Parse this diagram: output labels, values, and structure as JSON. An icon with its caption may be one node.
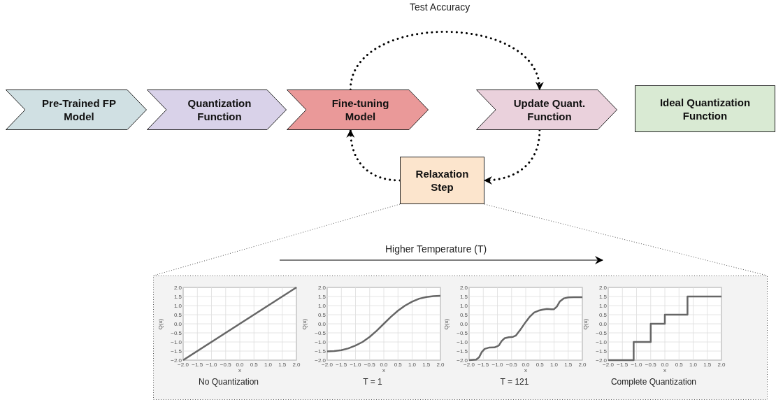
{
  "diagram": {
    "nodes": [
      {
        "text": [
          "Pre-Trained FP Model"
        ]
      },
      {
        "text": [
          "Quantization Function"
        ]
      },
      {
        "text": [
          "Fine-tuning Model"
        ]
      },
      {
        "text": [
          "Update Quant. Function"
        ]
      },
      {
        "text": [
          "Ideal Quantization Function"
        ]
      },
      {
        "text": [
          "Relaxation Step"
        ]
      }
    ],
    "edges": [
      {
        "from": 2,
        "to": 3,
        "arrow": "to",
        "label": "Test Accuracy",
        "style": "dashed"
      },
      {
        "from": 3,
        "to": 5,
        "arrow": "to",
        "style": "dashed"
      },
      {
        "from": 5,
        "to": 2,
        "arrow": "to",
        "style": "dashed"
      }
    ],
    "labels": [
      "Higher Temperature (T)"
    ],
    "chart_data": [
      {
        "type": "line",
        "grid": true,
        "title": "No Quantization",
        "xlabel": "x",
        "ylabel": "Q(x)",
        "x": [
          -2,
          2
        ],
        "values": [
          -2,
          2
        ],
        "xlim": [
          -2,
          2
        ],
        "ylim": [
          -2,
          2
        ],
        "xticks": [
          {
            "value": -2,
            "label": "−2.0"
          },
          {
            "value": -1.5,
            "label": "−1.5"
          },
          {
            "value": -1,
            "label": "−1.0"
          },
          {
            "value": -0.5,
            "label": "−0.5"
          },
          {
            "value": 0,
            "label": "0.0"
          },
          {
            "value": 0.5,
            "label": "0.5"
          },
          {
            "value": 1,
            "label": "1.0"
          },
          {
            "value": 1.5,
            "label": "1.5"
          },
          {
            "value": 2,
            "label": "2.0"
          }
        ],
        "yticks": [
          {
            "value": -2,
            "label": "−2.0"
          },
          {
            "value": -1.5,
            "label": "−1.5"
          },
          {
            "value": -1,
            "label": "−1.0"
          },
          {
            "value": -0.5,
            "label": "−0.5"
          },
          {
            "value": 0,
            "label": "0.0"
          },
          {
            "value": 0.5,
            "label": "0.5"
          },
          {
            "value": 1,
            "label": "1.0"
          },
          {
            "value": 1.5,
            "label": "1.5"
          },
          {
            "value": 2,
            "label": "2.0"
          }
        ]
      },
      {
        "type": "line",
        "grid": true,
        "title": "T = 1",
        "xlabel": "x",
        "ylabel": "Q(x)",
        "x": [
          -2,
          -1.75,
          -1.5,
          -1.25,
          -1,
          -0.75,
          -0.5,
          -0.25,
          0,
          0.25,
          0.5,
          0.75,
          1,
          1.25,
          1.5,
          1.75,
          2
        ],
        "values": [
          -1.52,
          -1.5,
          -1.45,
          -1.35,
          -1.2,
          -1.0,
          -0.72,
          -0.38,
          0.0,
          0.38,
          0.72,
          1.0,
          1.22,
          1.38,
          1.47,
          1.52,
          1.54
        ],
        "xlim": [
          -2,
          2
        ],
        "ylim": [
          -2,
          2
        ],
        "xticks": [
          {
            "value": -2,
            "label": "−2.0"
          },
          {
            "value": -1.5,
            "label": "−1.5"
          },
          {
            "value": -1,
            "label": "−1.0"
          },
          {
            "value": -0.5,
            "label": "−0.5"
          },
          {
            "value": 0,
            "label": "0.0"
          },
          {
            "value": 0.5,
            "label": "0.5"
          },
          {
            "value": 1,
            "label": "1.0"
          },
          {
            "value": 1.5,
            "label": "1.5"
          },
          {
            "value": 2,
            "label": "2.0"
          }
        ],
        "yticks": [
          {
            "value": -2,
            "label": "−2.0"
          },
          {
            "value": -1.5,
            "label": "−1.5"
          },
          {
            "value": -1,
            "label": "−1.0"
          },
          {
            "value": -0.5,
            "label": "−0.5"
          },
          {
            "value": 0,
            "label": "0.0"
          },
          {
            "value": 0.5,
            "label": "0.5"
          },
          {
            "value": 1,
            "label": "1.0"
          },
          {
            "value": 1.5,
            "label": "1.5"
          },
          {
            "value": 2,
            "label": "2.0"
          }
        ]
      },
      {
        "type": "line",
        "grid": true,
        "title": "T = 121",
        "xlabel": "x",
        "ylabel": "Q(x)",
        "x": [
          -2,
          -1.75,
          -1.65,
          -1.55,
          -1.45,
          -1.3,
          -1.1,
          -0.95,
          -0.85,
          -0.75,
          -0.6,
          -0.45,
          -0.35,
          -0.2,
          0,
          0.15,
          0.3,
          0.45,
          0.6,
          0.75,
          0.9,
          1.0,
          1.1,
          1.2,
          1.35,
          1.5,
          1.7,
          2
        ],
        "values": [
          -2,
          -1.97,
          -1.85,
          -1.55,
          -1.38,
          -1.31,
          -1.3,
          -1.2,
          -0.95,
          -0.8,
          -0.74,
          -0.72,
          -0.65,
          -0.35,
          0.1,
          0.4,
          0.62,
          0.72,
          0.78,
          0.82,
          0.8,
          0.8,
          0.95,
          1.22,
          1.4,
          1.45,
          1.46,
          1.46
        ],
        "xlim": [
          -2,
          2
        ],
        "ylim": [
          -2,
          2
        ],
        "xticks": [
          {
            "value": -2,
            "label": "−2.0"
          },
          {
            "value": -1.5,
            "label": "−1.5"
          },
          {
            "value": -1,
            "label": "−1.0"
          },
          {
            "value": -0.5,
            "label": "−0.5"
          },
          {
            "value": 0,
            "label": "0.0"
          },
          {
            "value": 0.5,
            "label": "0.5"
          },
          {
            "value": 1,
            "label": "1.0"
          },
          {
            "value": 1.5,
            "label": "1.5"
          },
          {
            "value": 2,
            "label": "2.0"
          }
        ],
        "yticks": [
          {
            "value": -2,
            "label": "−2.0"
          },
          {
            "value": -1.5,
            "label": "−1.5"
          },
          {
            "value": -1,
            "label": "−1.0"
          },
          {
            "value": -0.5,
            "label": "−0.5"
          },
          {
            "value": 0,
            "label": "0.0"
          },
          {
            "value": 0.5,
            "label": "0.5"
          },
          {
            "value": 1,
            "label": "1.0"
          },
          {
            "value": 1.5,
            "label": "1.5"
          },
          {
            "value": 2,
            "label": "2.0"
          }
        ]
      },
      {
        "type": "line",
        "grid": true,
        "title": "Complete Quantization",
        "xlabel": "x",
        "ylabel": "Q(x)",
        "x": [
          -2,
          -1.1,
          -1.1,
          -0.5,
          -0.5,
          0,
          0,
          0.8,
          0.8,
          2
        ],
        "values": [
          -2,
          -2,
          -1,
          -1,
          0,
          0,
          0.5,
          0.5,
          1.5,
          1.5
        ],
        "xlim": [
          -2,
          2
        ],
        "ylim": [
          -2,
          2
        ],
        "xticks": [
          {
            "value": -2,
            "label": "−2.0"
          },
          {
            "value": -1.5,
            "label": "−1.5"
          },
          {
            "value": -1,
            "label": "−1.0"
          },
          {
            "value": -0.5,
            "label": "−0.5"
          },
          {
            "value": 0,
            "label": "0.0"
          },
          {
            "value": 0.5,
            "label": "0.5"
          },
          {
            "value": 1,
            "label": "1.0"
          },
          {
            "value": 1.5,
            "label": "1.5"
          },
          {
            "value": 2,
            "label": "2.0"
          }
        ],
        "yticks": [
          {
            "value": -2,
            "label": "−2.0"
          },
          {
            "value": -1.5,
            "label": "−1.5"
          },
          {
            "value": -1,
            "label": "−1.0"
          },
          {
            "value": -0.5,
            "label": "−0.5"
          },
          {
            "value": 0,
            "label": "0.0"
          },
          {
            "value": 0.5,
            "label": "0.5"
          },
          {
            "value": 1,
            "label": "1.0"
          },
          {
            "value": 1.5,
            "label": "1.5"
          },
          {
            "value": 2,
            "label": "2.0"
          }
        ]
      }
    ]
  }
}
